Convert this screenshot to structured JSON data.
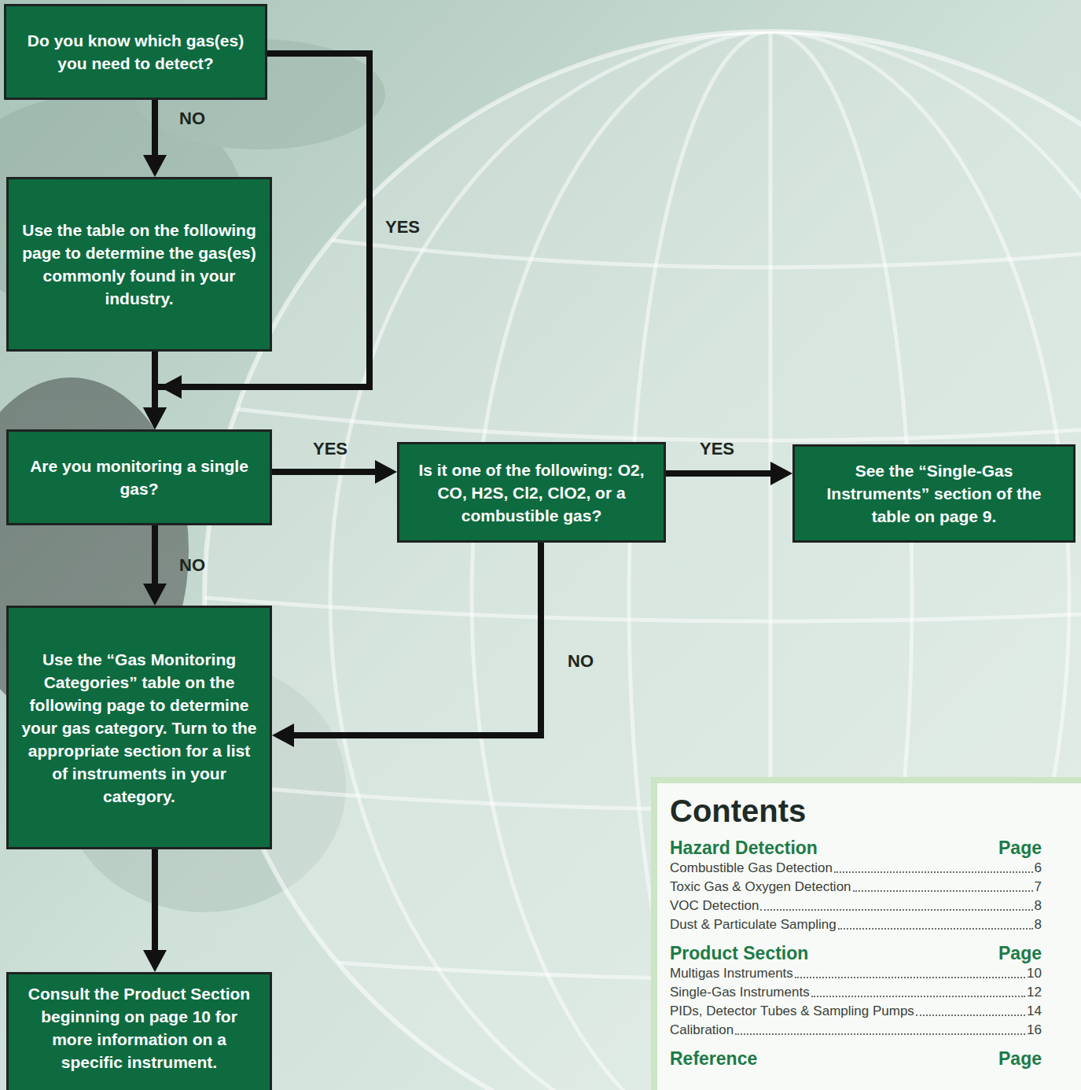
{
  "diagram": {
    "nodes": [
      {
        "text": [
          "Do you know which gas(es) you need to detect?"
        ]
      },
      {
        "text": [
          "Use the table on the following page to determine the gas(es) commonly found in your industry."
        ]
      },
      {
        "text": [
          "Are you monitoring a single gas?"
        ]
      },
      {
        "text": [
          "Is it one of the following: O2, CO, H2S, Cl2, ClO2, or a combustible gas?"
        ]
      },
      {
        "text": [
          "See the “Single-Gas Instruments” section of the table on page 9."
        ]
      },
      {
        "text": [
          "Use the “Gas Monitoring Categories” table on the following page to determine your gas category. Turn to the appropriate section for a list of instruments in your category."
        ]
      },
      {
        "text": [
          "Consult the Product Section beginning on page 10 for more information on a specific instrument."
        ]
      },
      {
        "text": [
          "Contents",
          "Hazard Detection",
          "Page",
          "Combustible Gas Detection",
          "6",
          "Toxic Gas & Oxygen Detection",
          "7",
          "VOC Detection",
          "8",
          "Dust & Particulate Sampling",
          "8",
          "Product Section",
          "Page",
          "Multigas Instruments",
          "10",
          "Single-Gas Instruments",
          "12",
          "PIDs, Detector Tubes & Sampling Pumps",
          "14",
          "Calibration",
          "16",
          "Reference",
          "Page"
        ]
      }
    ],
    "edges": [
      {
        "from": 0,
        "to": 1,
        "label": "NO",
        "arrow": "to"
      },
      {
        "from": 1,
        "to": 2,
        "arrow": "to"
      },
      {
        "from": 0,
        "to": 2,
        "label": "YES",
        "arrow": "to"
      },
      {
        "from": 2,
        "to": 3,
        "label": "YES",
        "arrow": "to"
      },
      {
        "from": 3,
        "to": 4,
        "label": "YES",
        "arrow": "to"
      },
      {
        "from": 2,
        "to": 5,
        "label": "NO",
        "arrow": "to"
      },
      {
        "from": 3,
        "to": 5,
        "label": "NO",
        "arrow": "to"
      },
      {
        "from": 5,
        "to": 6,
        "arrow": "to"
      }
    ]
  }
}
